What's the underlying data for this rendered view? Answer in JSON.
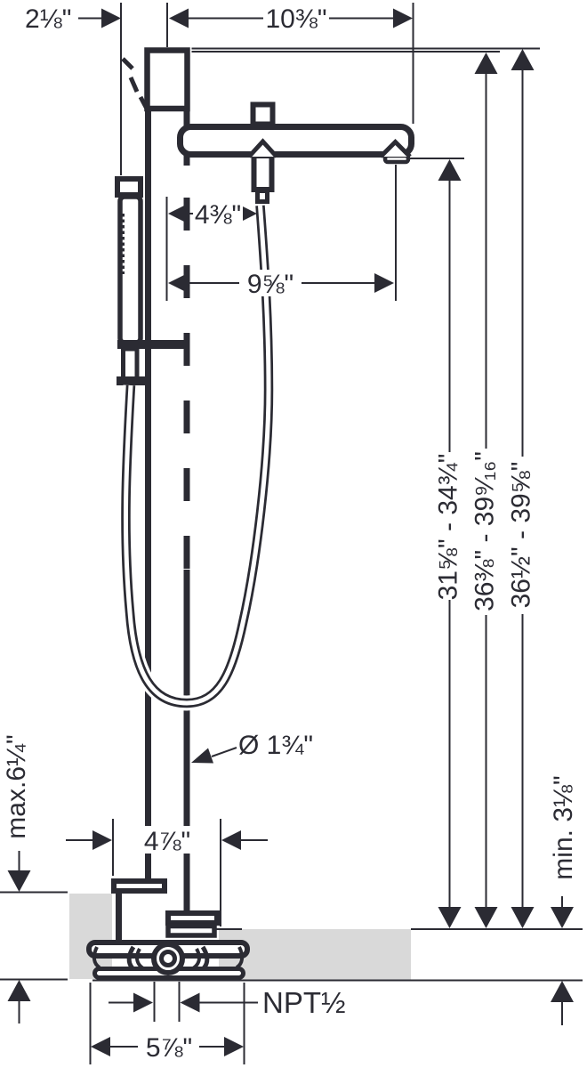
{
  "drawing": {
    "type": "installation dimension drawing",
    "subject": "freestanding floor-mounted tub filler with hand shower",
    "colors": {
      "line": "#2b2b33",
      "floor_fill": "#d9d9d9",
      "background": "#ffffff"
    },
    "labels": {
      "offset_handshower": "2⅛\"",
      "reach_total": "10⅜\"",
      "offset_hose": "4⅜\"",
      "offset_spout_outlet": "9⅝\"",
      "height_outlet_range": "31⅝\" - 34¾\"",
      "height_spout_range": "36⅜\" - 39⁹⁄₁₆\"",
      "height_overall_range": "36½\" - 39⅝\"",
      "pipe_diameter": "Ø 1¾\"",
      "floor_buildup_max": "max.6¼\"",
      "floor_depth_min": "min. 3⅛\"",
      "escutcheon_width": "4⅞\"",
      "connection_thread": "NPT½",
      "flange_width": "5⅞\""
    }
  }
}
